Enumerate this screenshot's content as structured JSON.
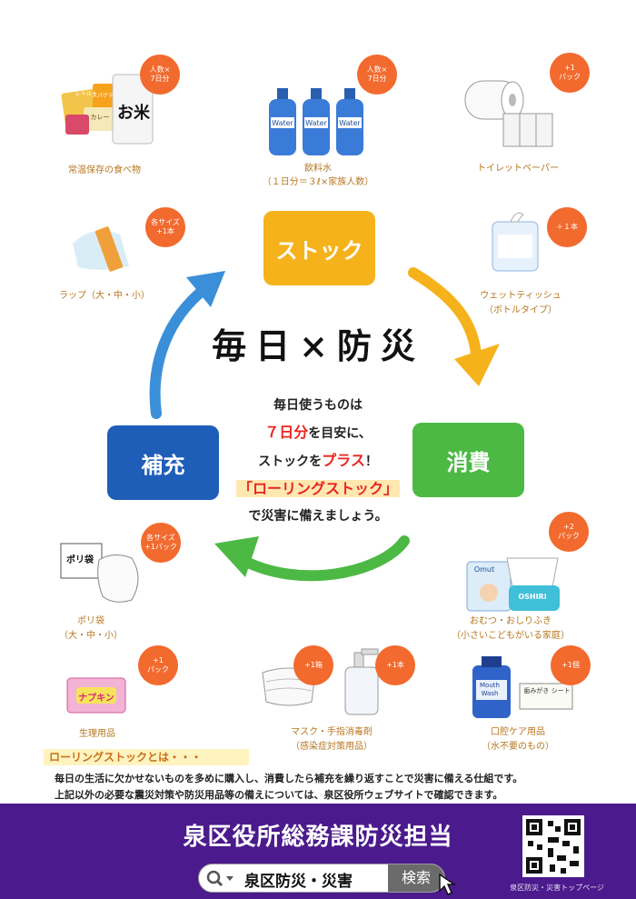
{
  "items": {
    "food": {
      "badge": "人数×\n7日分",
      "caption": "常温保存の食べ物",
      "pack1": "レトルト",
      "pack2": "スパゲティ",
      "pack3": "カレー",
      "rice": "お米"
    },
    "water": {
      "badge": "人数×\n7日分",
      "caption1": "飲料水",
      "caption2": "（１日分＝３ℓ×家族人数）",
      "bottle": "Water"
    },
    "toilet": {
      "badge": "+1\nパック",
      "caption": "トイレットペーパー"
    },
    "wrap": {
      "badge": "各サイズ\n+1本",
      "caption": "ラップ（大・中・小）"
    },
    "wet": {
      "badge": "＋１本",
      "caption1": "ウェットティッシュ",
      "caption2": "（ボトルタイプ）"
    },
    "bag": {
      "badge": "各サイズ\n+1パック",
      "caption1": "ポリ袋",
      "caption2": "（大・中・小）",
      "label": "ポリ袋"
    },
    "diaper": {
      "badge": "+2\nパック",
      "caption1": "おむつ・おしりふき",
      "caption2": "（小さいこどもがいる家庭）",
      "pack1": "Omut",
      "pack2": "OSHIRI"
    },
    "sanitary": {
      "badge": "+1\nパック",
      "caption": "生理用品",
      "label": "ナプキン"
    },
    "mask": {
      "badge1": "+1箱",
      "badge2": "+1本",
      "caption1": "マスク・手指消毒剤",
      "caption2": "（感染症対策用品）"
    },
    "oral": {
      "badge": "+1個",
      "caption1": "口腔ケア用品",
      "caption2": "（水不要のもの）",
      "bottle": "Mouth Wash",
      "sheet": "歯みがき シート"
    }
  },
  "cycle": {
    "stock": "ストック",
    "consume": "消費",
    "refill": "補充"
  },
  "title": "毎日×防災",
  "center": {
    "l1": "毎日使うものは",
    "l2a": "７日分",
    "l2b": "を目安に、",
    "l3a": "ストックを",
    "l3b": "プラス",
    "l3c": "！",
    "l4": "「ローリングストック」",
    "l5": "で災害に備えましょう。"
  },
  "explain": {
    "heading": "ローリングストックとは・・・",
    "line1": "毎日の生活に欠かせないものを多めに購入し、消費したら補充を繰り返すことで災害に備える仕組です。",
    "line2": "上記以外の必要な震災対策や防災用品等の備えについては、泉区役所ウェブサイトで確認できます。"
  },
  "footer": {
    "title": "泉区役所総務課防災担当",
    "search_text": "泉区防災・災害",
    "search_button": "検索",
    "qr_label": "泉区防災・災害トップページ"
  },
  "colors": {
    "badge": "#f26a2e",
    "stock": "#f5b21b",
    "consume": "#4cb944",
    "refill": "#1f5eb8",
    "footer": "#4b1a8c",
    "accent_red": "#e8251e"
  }
}
